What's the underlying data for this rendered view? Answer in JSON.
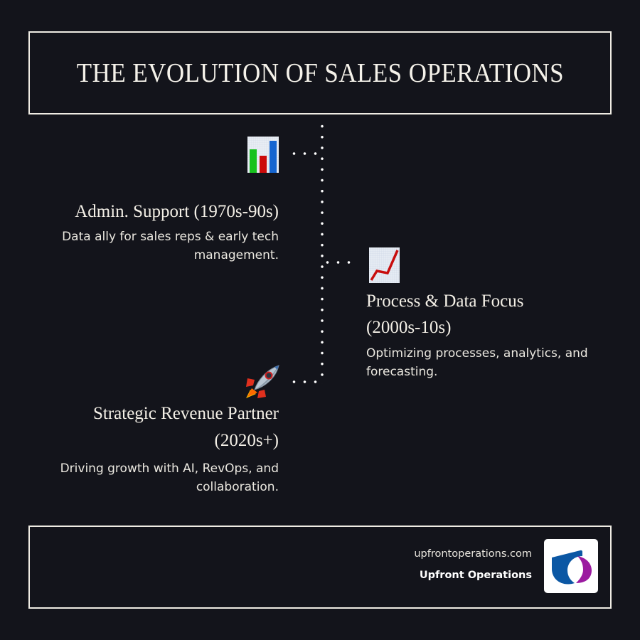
{
  "header": {
    "title": "THE EVOLUTION OF SALES OPERATIONS"
  },
  "timeline": {
    "line_color": "#ffffff",
    "stages": [
      {
        "icon": "bar-chart-emoji-icon",
        "title": "Admin. Support (1970s-90s)",
        "title_line1": "Admin. Support (1970s-90s)",
        "description": "Data ally for sales reps & early tech management.",
        "side": "left"
      },
      {
        "icon": "chart-increasing-emoji-icon",
        "title": "Process & Data Focus (2000s-10s)",
        "title_line1": "Process & Data Focus",
        "title_line2": "(2000s-10s)",
        "description": "Optimizing processes, analytics, and forecasting.",
        "side": "right"
      },
      {
        "icon": "rocket-emoji-icon",
        "title": "Strategic Revenue Partner (2020s+)",
        "title_line1": "Strategic Revenue Partner",
        "title_line2": "(2020s+)",
        "description": "Driving growth with AI, RevOps, and collaboration.",
        "side": "left"
      }
    ]
  },
  "footer": {
    "url": "upfrontoperations.com",
    "brand": "Upfront Operations",
    "logo": "upfront-operations-logo",
    "logo_colors": {
      "blue": "#0b57a4",
      "purple": "#9b1aa0",
      "background": "#ffffff"
    }
  },
  "colors": {
    "background": "#13141b",
    "border": "#efece4",
    "text": "#f3f0e8"
  }
}
